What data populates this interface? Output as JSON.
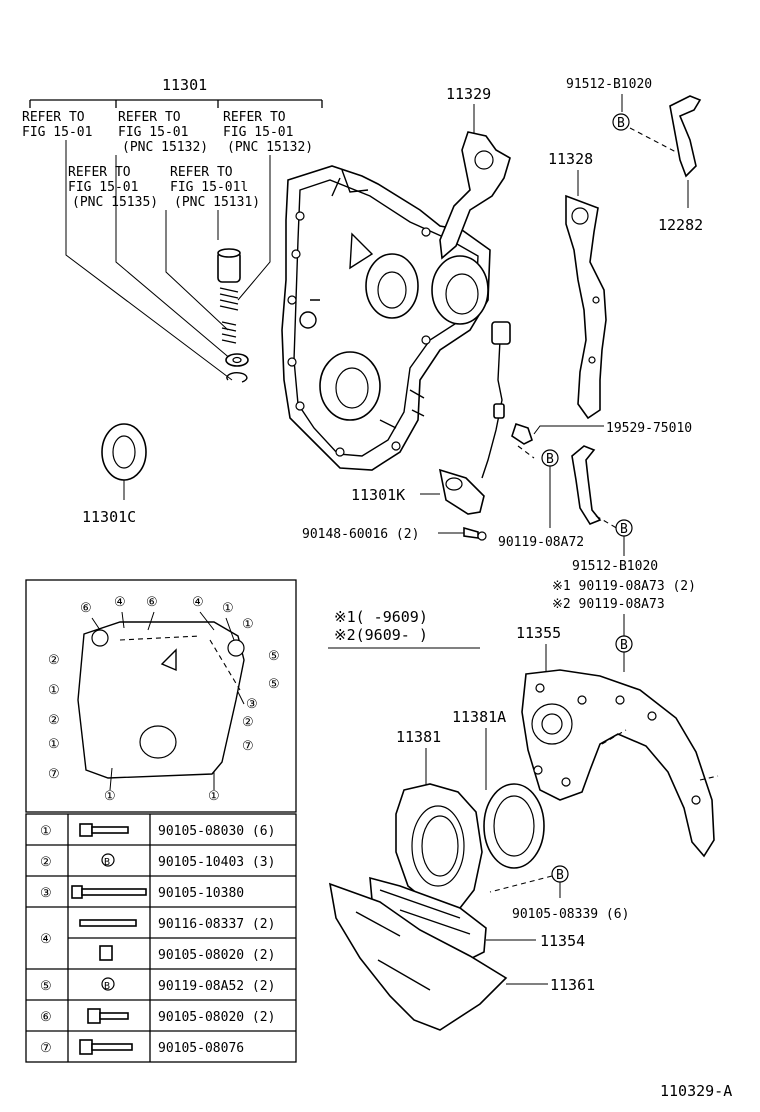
{
  "diagram_code": "110329-A",
  "labels": {
    "cover": "11301",
    "gasket_upper": "11329",
    "gasket_lower": "11328",
    "bolt_b_top": "91512-B1020",
    "hook_top": "12282",
    "seal_left": "11301C",
    "sensor": "11301K",
    "bolt_sensor": "90148-60016 (2)",
    "clamp": "19529-75010",
    "bolt_b_mid": "90119-08A72",
    "bolt_b_right": "91512-B1020",
    "note1": "※1 90119-08A73 (2)",
    "note2": "※2 90119-08A73",
    "plate": "11355",
    "seal_retainer_seal": "11381A",
    "retainer": "11381",
    "bolt_b_lower": "90105-08339 (6)",
    "gasket_54": "11354",
    "cover_61": "11361"
  },
  "refer": [
    {
      "line1": "REFER TO",
      "line2": "FIG 15-01",
      "line3": ""
    },
    {
      "line1": "REFER TO",
      "line2": "FIG 15-01",
      "line3": "(PNC  15132)"
    },
    {
      "line1": "REFER TO",
      "line2": "FIG 15-01",
      "line3": "(PNC  15132)"
    },
    {
      "line1": "REFER TO",
      "line2": "FIG 15-01",
      "line3": "(PNC  15135)"
    },
    {
      "line1": "REFER TO",
      "line2": "FIG 15-01l",
      "line3": "(PNC  15131)"
    }
  ],
  "legend": {
    "row1": "※1(        -9609)",
    "row2": "※2(9609-        )"
  },
  "bolt_marker": "B",
  "map_callouts": [
    "⑥",
    "④",
    "⑥",
    "④",
    "①",
    "②",
    "①",
    "②",
    "①",
    "⑦",
    "③",
    "⑤",
    "⑤",
    "⑦",
    "②",
    "①",
    "①",
    "①"
  ],
  "table": [
    {
      "num": "①",
      "part": "90105-08030 (6)"
    },
    {
      "num": "②",
      "part": "90105-10403 (3)"
    },
    {
      "num": "③",
      "part": "90105-10380"
    },
    {
      "num": "④",
      "part": "90116-08337 (2)"
    },
    {
      "num": "",
      "part": "90105-08020 (2)"
    },
    {
      "num": "⑤",
      "part": "90119-08A52 (2)"
    },
    {
      "num": "⑥",
      "part": "90105-08020 (2)"
    },
    {
      "num": "⑦",
      "part": "90105-08076"
    }
  ]
}
